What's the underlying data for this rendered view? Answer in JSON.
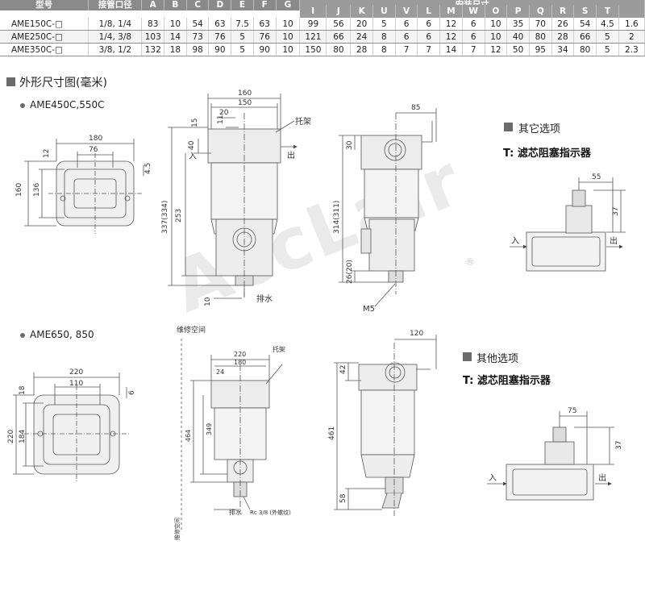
{
  "table": {
    "header_model": "型号",
    "header_port": "接管口径",
    "header_group": "安装尺寸",
    "letters_a": [
      "A",
      "B",
      "C",
      "D",
      "E",
      "F",
      "G"
    ],
    "letters_b": [
      "I",
      "J",
      "K",
      "U",
      "V",
      "L",
      "M",
      "W",
      "O",
      "P",
      "Q",
      "R",
      "S",
      "T"
    ],
    "rows": [
      {
        "model": "AME150C-□",
        "port": "1/8, 1/4",
        "a": [
          "83",
          "10",
          "54",
          "63",
          "7.5",
          "63",
          "10"
        ],
        "b": [
          "99",
          "56",
          "20",
          "5",
          "6",
          "6",
          "12",
          "6",
          "10",
          "35",
          "70",
          "26",
          "54",
          "4.5",
          "1.6"
        ]
      },
      {
        "model": "AME250C-□",
        "port": "1/4, 3/8",
        "a": [
          "103",
          "14",
          "73",
          "76",
          "5",
          "76",
          "10"
        ],
        "b": [
          "121",
          "66",
          "24",
          "8",
          "6",
          "6",
          "12",
          "6",
          "10",
          "40",
          "80",
          "28",
          "66",
          "5",
          "2"
        ]
      },
      {
        "model": "AME350C-□",
        "port": "3/8, 1/2",
        "a": [
          "132",
          "18",
          "98",
          "90",
          "5",
          "90",
          "10"
        ],
        "b": [
          "150",
          "80",
          "28",
          "8",
          "7",
          "7",
          "14",
          "7",
          "12",
          "50",
          "95",
          "34",
          "80",
          "5",
          "2.3"
        ]
      }
    ]
  },
  "section_title": "外形尺寸图(毫米)",
  "models_a": "AME450C,550C",
  "models_b": "AME650, 850",
  "option_a": {
    "title": "其它选项",
    "subtitle": "T: 滤芯阻塞指示器"
  },
  "option_b": {
    "title": "其他选项",
    "subtitle": "T: 滤芯阻塞指示器"
  },
  "watermark": "AccLair",
  "dims_a": {
    "top_w1": "180",
    "top_w2": "76",
    "top_h1": "160",
    "top_h2": "136",
    "top_t": "4.5",
    "top_12": "12",
    "front_160": "160",
    "front_150": "150",
    "front_20": "20",
    "front_15": "15",
    "front_11": "11",
    "front_40": "40",
    "front_253": "253",
    "front_337": "337(334)",
    "front_10": "10",
    "label_bracket": "托架",
    "label_in": "入",
    "label_out": "出",
    "label_drain": "排水",
    "side_85": "85",
    "side_30": "30",
    "side_314": "314(311)",
    "side_26": "26(20)",
    "side_m5": "M5",
    "opt_55": "55",
    "opt_37": "37",
    "opt_in": "入",
    "opt_out": "出"
  },
  "dims_b": {
    "top_w1": "220",
    "top_w2": "110",
    "top_h1": "220",
    "top_h2": "184",
    "top_t": "6",
    "top_18": "18",
    "front_220": "220",
    "front_180": "180",
    "front_24": "24",
    "front_349": "349",
    "front_464": "464",
    "label_space": "维修空间",
    "label_bracket": "托架",
    "label_drain": "排水",
    "label_rc": "Rc 3/8 (外螺纹)",
    "label_space2": "维修空间",
    "side_120": "120",
    "side_42": "42",
    "side_461": "461",
    "side_58": "58",
    "opt_75": "75",
    "opt_37": "37",
    "opt_in": "入",
    "opt_out": "出"
  }
}
